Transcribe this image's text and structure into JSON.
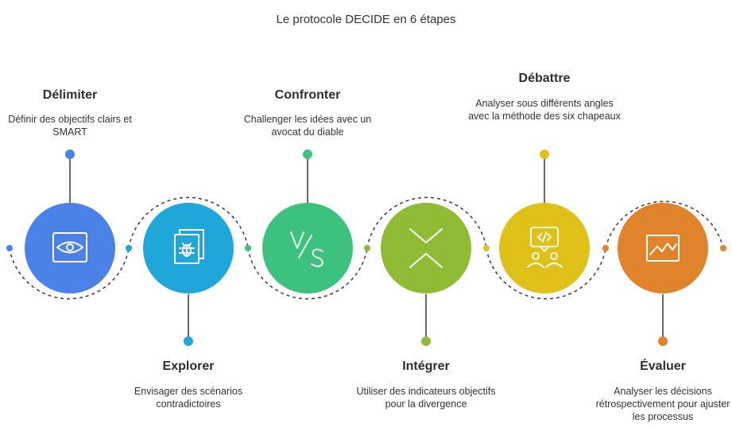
{
  "title": "Le protocole DECIDE en 6 étapes",
  "steps": [
    {
      "heading": "Délimiter",
      "description": "Définir des objectifs clairs et SMART",
      "color": "#4a82e8",
      "icon": "eye-frame-icon"
    },
    {
      "heading": "Explorer",
      "description": "Envisager des scénarios contradictoires",
      "color": "#1fa7d9",
      "icon": "bug-document-icon"
    },
    {
      "heading": "Confronter",
      "description": "Challenger les idées avec un avocat du diable",
      "color": "#3cc27e",
      "icon": "versus-icon"
    },
    {
      "heading": "Intégrer",
      "description": "Utiliser des indicateurs objectifs pour la divergence",
      "color": "#8fbb35",
      "icon": "converge-arrows-icon"
    },
    {
      "heading": "Débattre",
      "description": "Analyser sous différents angles avec la méthode des six chapeaux",
      "color": "#e0c11a",
      "icon": "discussion-code-icon"
    },
    {
      "heading": "Évaluer",
      "description": "Analyser les décisions rétrospectivement pour ajuster les processus",
      "color": "#e0832a",
      "icon": "chart-line-icon"
    }
  ]
}
